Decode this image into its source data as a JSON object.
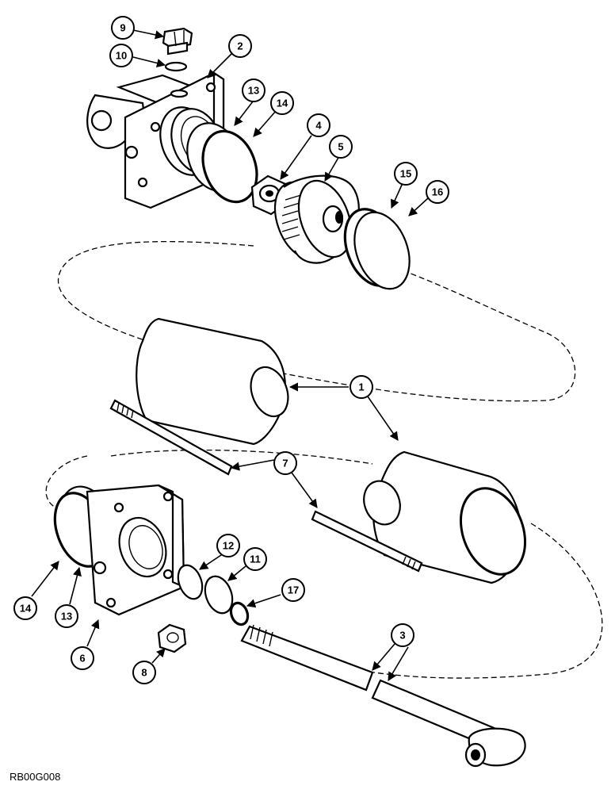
{
  "figure": {
    "code": "RB00G008",
    "callouts": [
      "1",
      "2",
      "3",
      "4",
      "5",
      "6",
      "7",
      "8",
      "9",
      "10",
      "11",
      "12",
      "13",
      "14",
      "15",
      "16",
      "17"
    ]
  }
}
